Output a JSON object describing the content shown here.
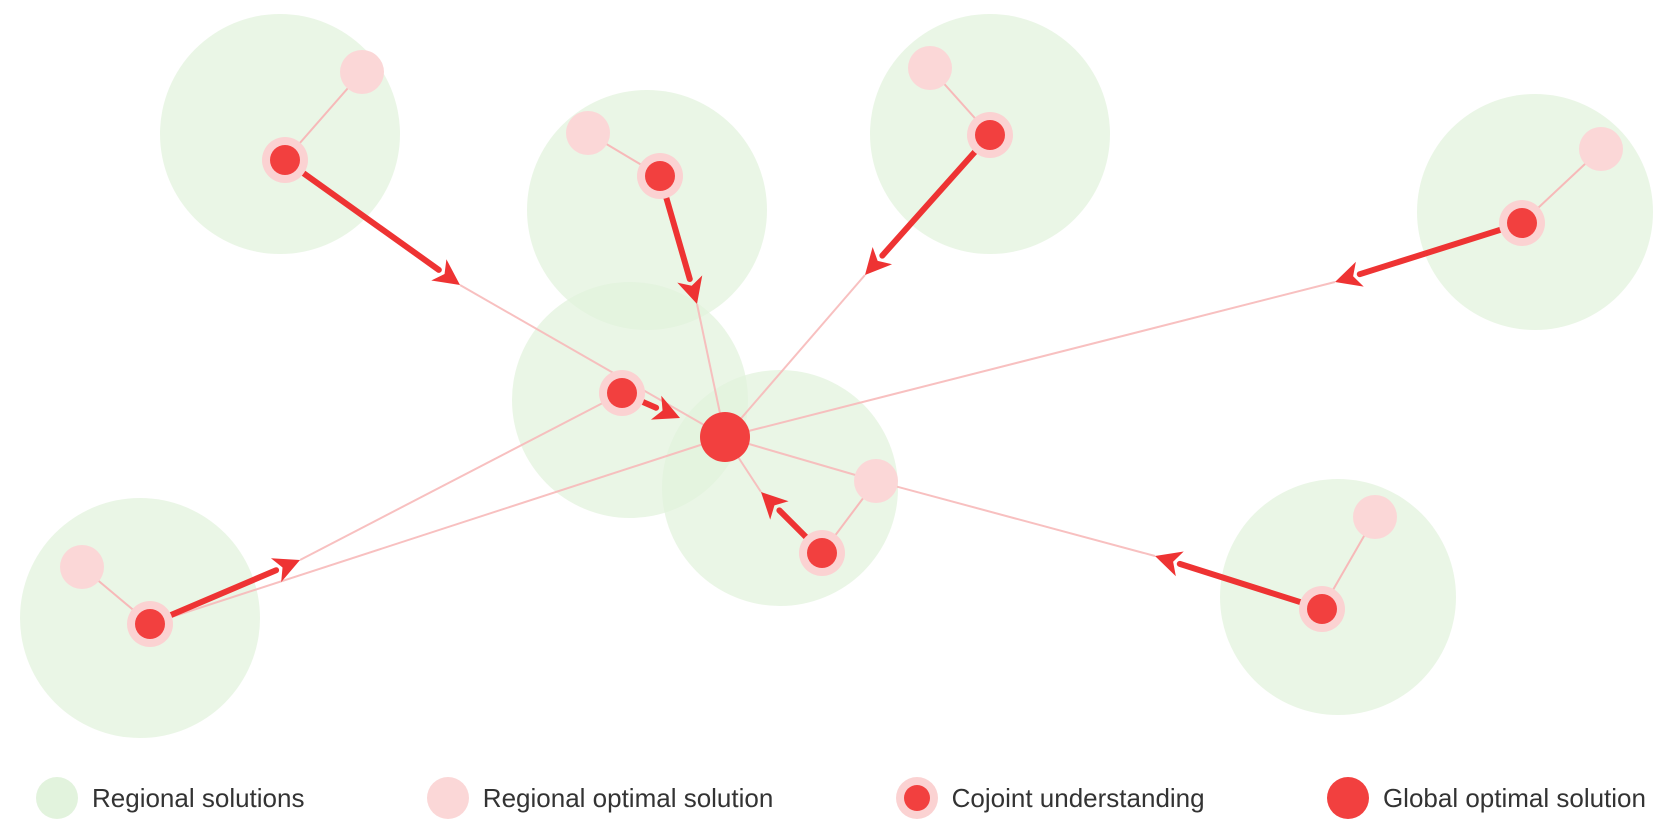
{
  "colors": {
    "region_fill": "#e2f3dd",
    "optimal_fill": "#fbd7d7",
    "cojoint_fill": "#f2403f",
    "cojoint_halo": "#fbd2d2",
    "global_fill": "#f2403f",
    "arrow": "#ee3333",
    "thin_line": "#f7b9b9"
  },
  "legend": [
    {
      "key": "regional",
      "label": "Regional solutions"
    },
    {
      "key": "optimal",
      "label": "Regional optimal solution"
    },
    {
      "key": "cojoint",
      "label": "Cojoint understanding"
    },
    {
      "key": "global",
      "label": "Global optimal solution"
    }
  ]
}
